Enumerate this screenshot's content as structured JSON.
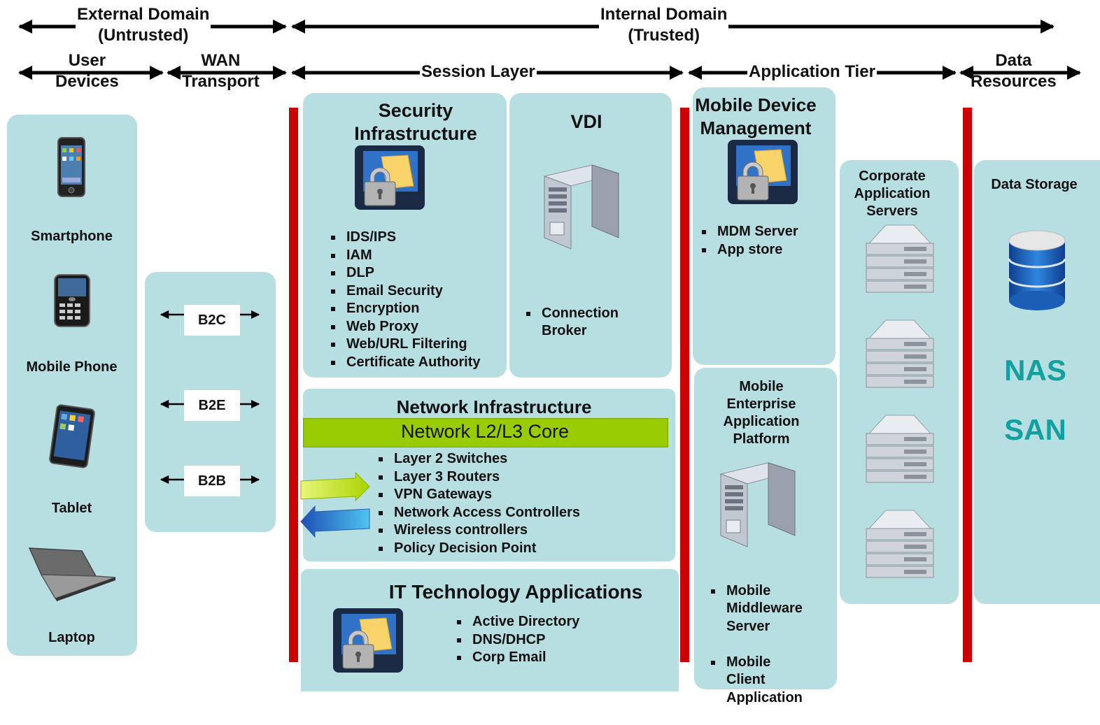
{
  "headers": {
    "external_domain": "External Domain\n(Untrusted)",
    "internal_domain": "Internal Domain\n(Trusted)",
    "user_devices": "User\nDevices",
    "wan_transport": "WAN\nTransport",
    "session_layer": "Session Layer",
    "application_tier": "Application Tier",
    "data_resources": "Data\nResources"
  },
  "devices": [
    {
      "label": "Smartphone",
      "icon": "smartphone-icon"
    },
    {
      "label": "Mobile Phone",
      "icon": "mobile-phone-icon"
    },
    {
      "label": "Tablet",
      "icon": "tablet-icon"
    },
    {
      "label": "Laptop",
      "icon": "laptop-icon"
    }
  ],
  "wan": [
    "B2C",
    "B2E",
    "B2B"
  ],
  "security": {
    "title": "Security\nInfrastructure",
    "icon": "security-lock-icon",
    "items": [
      "IDS/IPS",
      "IAM",
      "DLP",
      "Email Security",
      "Encryption",
      "Web Proxy",
      "Web/URL Filtering",
      "Certificate Authority"
    ]
  },
  "vdi": {
    "title": "VDI",
    "icon": "server-tower-icon",
    "items": [
      "Connection\nBroker"
    ]
  },
  "network": {
    "title": "Network Infrastructure",
    "core": "Network L2/L3 Core",
    "items": [
      "Layer 2 Switches",
      "Layer 3 Routers",
      "VPN Gateways",
      "Network Access Controllers",
      "Wireless controllers",
      "Policy Decision Point"
    ]
  },
  "it_apps": {
    "title": "IT Technology Applications",
    "icon": "security-lock-icon",
    "items": [
      "Active Directory",
      "DNS/DHCP",
      "Corp Email"
    ]
  },
  "mdm": {
    "title": "Mobile Device\nManagement",
    "icon": "security-lock-icon",
    "items": [
      "MDM Server",
      "App store"
    ]
  },
  "meap": {
    "title": "Mobile\nEnterprise\nApplication\nPlatform",
    "icon": "server-tower-icon",
    "items": [
      "Mobile\nMiddleware\nServer",
      "Mobile\nClient\nApplication"
    ]
  },
  "corporate": {
    "title": "Corporate\nApplication\nServers",
    "icon": "rack-server-icon"
  },
  "storage": {
    "title": "Data Storage",
    "icon": "database-icon",
    "nas": "NAS",
    "san": "SAN"
  },
  "colors": {
    "panel": "#b7dfe2",
    "red_bar": "#cc0000",
    "core_green": "#99cc00",
    "storage_text": "#13a0a0"
  }
}
